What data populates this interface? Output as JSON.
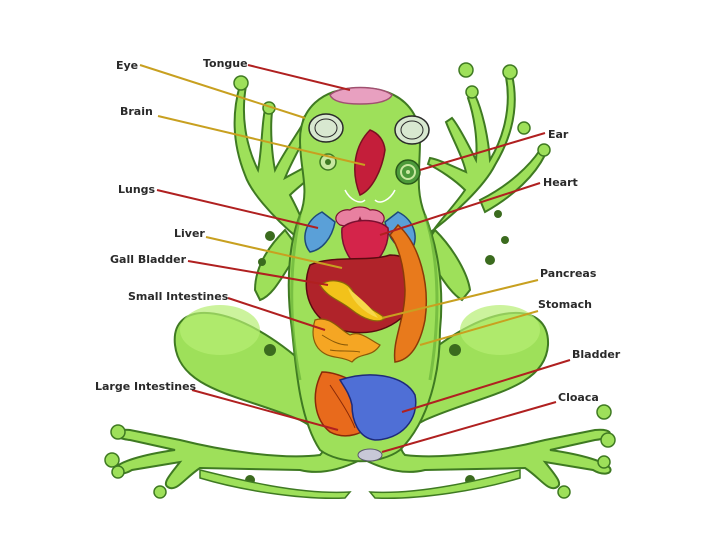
{
  "diagram": {
    "labels": {
      "eye": "Eye",
      "tongue": "Tongue",
      "brain": "Brain",
      "ear": "Ear",
      "lungs": "Lungs",
      "heart": "Heart",
      "liver": "Liver",
      "gall_bladder": "Gall Bladder",
      "pancreas": "Pancreas",
      "small_intestines": "Small Intestines",
      "stomach": "Stomach",
      "bladder": "Bladder",
      "large_intestines": "Large Intestines",
      "cloaca": "Cloaca"
    },
    "colors": {
      "skin": "#9ee05a",
      "skin_dark": "#5fa832",
      "spots": "#3b6b1e",
      "liver": "#b0232a",
      "heart": "#d4244a",
      "lungs": "#5aa0d8",
      "stomach": "#e87a1c",
      "pancreas": "#f2c21a",
      "intestine": "#f5a623",
      "bladder": "#4f6fd6",
      "leader_gold": "#c8a020",
      "leader_red": "#b02020"
    }
  }
}
